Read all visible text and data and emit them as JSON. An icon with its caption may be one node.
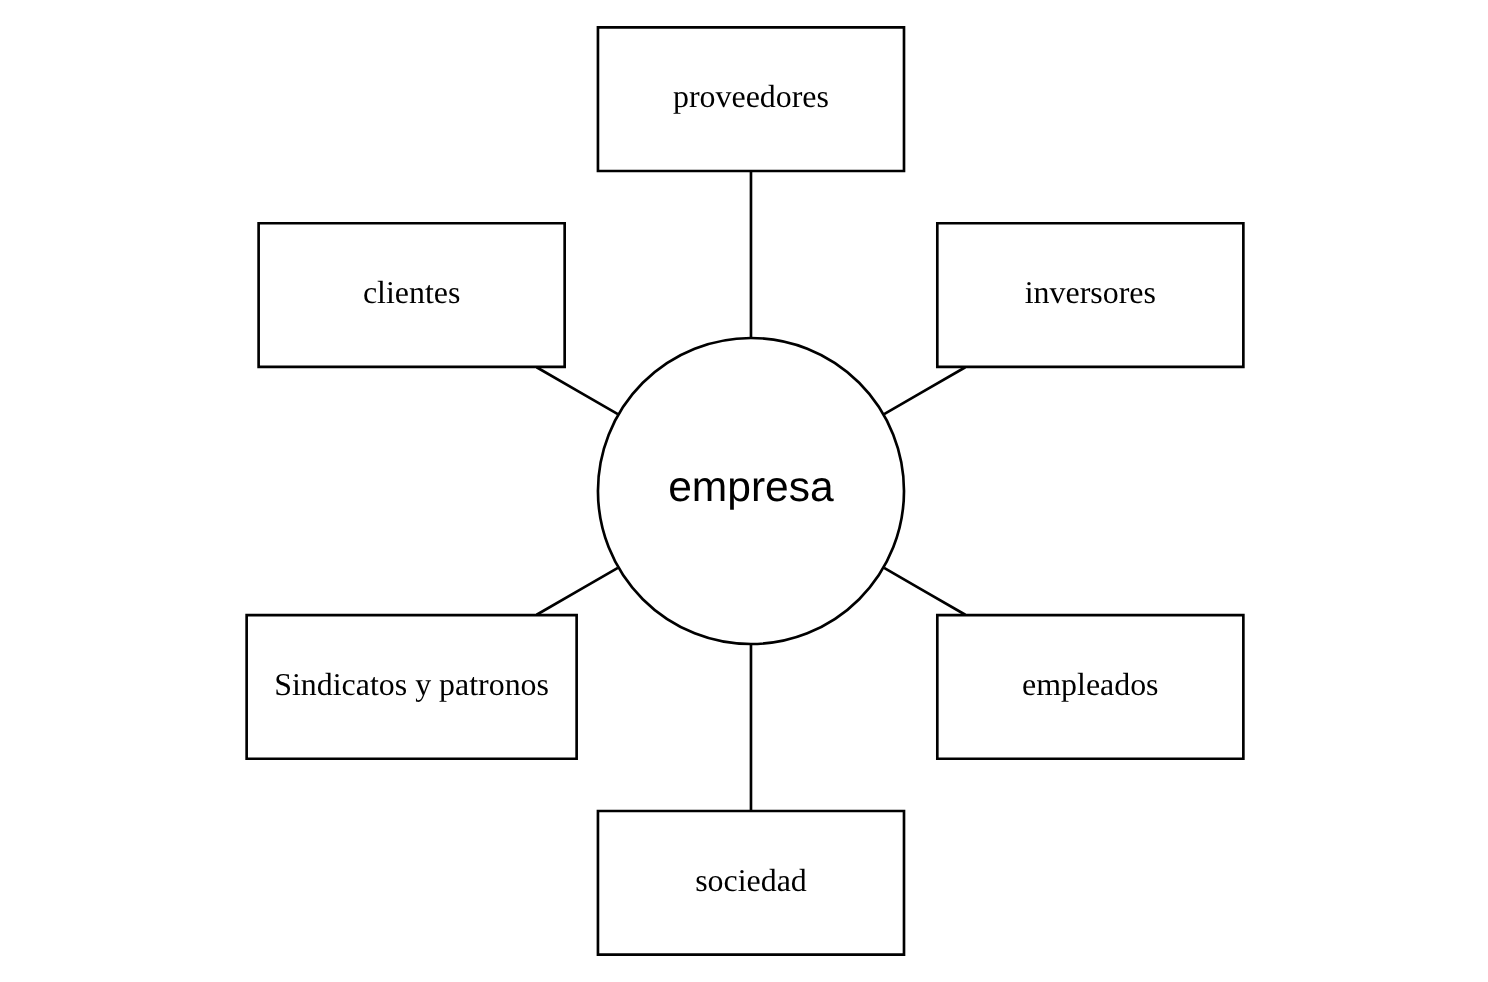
{
  "diagram": {
    "nodes": [
      {
        "text": [
          "empresa"
        ]
      },
      {
        "text": [
          "inversores"
        ]
      },
      {
        "text": [
          "proveedores"
        ]
      },
      {
        "text": [
          "clientes"
        ]
      },
      {
        "text": [
          "Sindicatos y patronos"
        ]
      },
      {
        "text": [
          "sociedad"
        ]
      },
      {
        "text": [
          "empleados"
        ]
      }
    ],
    "edges": [
      {
        "from": 0,
        "to": 1,
        "arrow": "none"
      },
      {
        "from": 0,
        "to": 2,
        "arrow": "none"
      },
      {
        "from": 0,
        "to": 3,
        "arrow": "none"
      },
      {
        "from": 0,
        "to": 4,
        "arrow": "none"
      },
      {
        "from": 0,
        "to": 5,
        "arrow": "none"
      },
      {
        "from": 0,
        "to": 6,
        "arrow": "none"
      }
    ]
  }
}
